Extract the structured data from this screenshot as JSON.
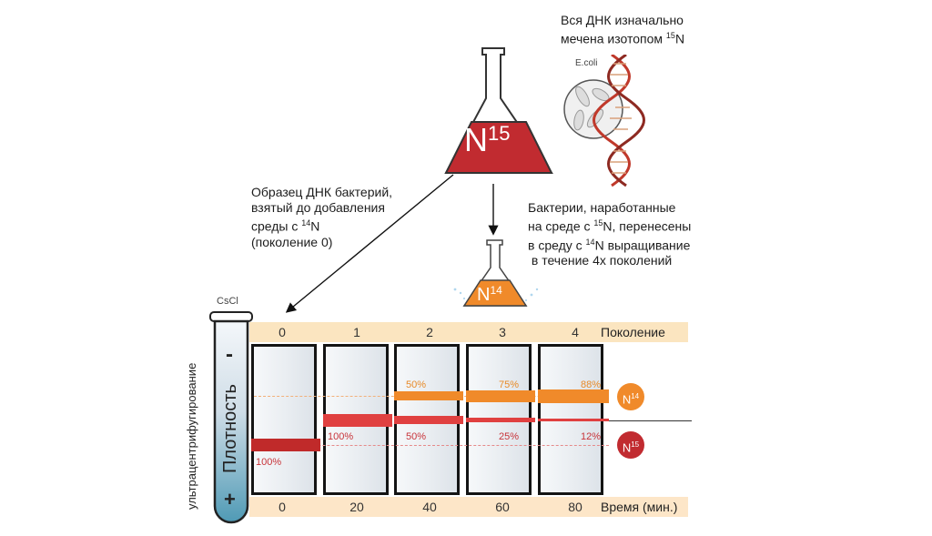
{
  "top_note": {
    "line1": "Вся ДНК изначально",
    "line2": "мечена изотопом",
    "iso": "15",
    "el": "N"
  },
  "ecoli_label": "E.coli",
  "flask_big": {
    "el": "N",
    "iso": "15"
  },
  "flask_small": {
    "el": "N",
    "iso": "14"
  },
  "left_note": {
    "line1": "Образец ДНК бактерий,",
    "line2": "взятый до добавления",
    "line3_pre": "среды с ",
    "iso": "14",
    "el": "N",
    "line4": "(поколение 0)"
  },
  "right_note": {
    "line1": "Бактерии, наработанные",
    "line2_pre": "на среде с ",
    "line2_iso": "15",
    "line2_post": "N, перенесены",
    "line3_pre": "в среду с ",
    "line3_iso": "14",
    "line3_post": "N выращивание",
    "line4": "в течение 4х поколений"
  },
  "tube": {
    "top_label": "CsCl",
    "minus": "-",
    "plus": "+",
    "density_label": "Плотность"
  },
  "side_label": "ультрацентрифугирование",
  "generation_label": "Поколение",
  "time_label": "Время (мин.)",
  "generations": [
    "0",
    "1",
    "2",
    "3",
    "4"
  ],
  "times": [
    "0",
    "20",
    "40",
    "60",
    "80"
  ],
  "legend": {
    "n14": {
      "el": "N",
      "iso": "14"
    },
    "n15": {
      "el": "N",
      "iso": "15"
    }
  },
  "panels": [
    {
      "red_label": "100%"
    },
    {
      "red_label": "100%"
    },
    {
      "orange_label": "50%",
      "red_label": "50%"
    },
    {
      "orange_label": "75%",
      "red_label": "25%"
    },
    {
      "orange_label": "88%",
      "red_label": "12%"
    }
  ],
  "colors": {
    "n15": "#c12b30",
    "n14": "#f08a2a",
    "band_bg": "#fbe5c0"
  }
}
